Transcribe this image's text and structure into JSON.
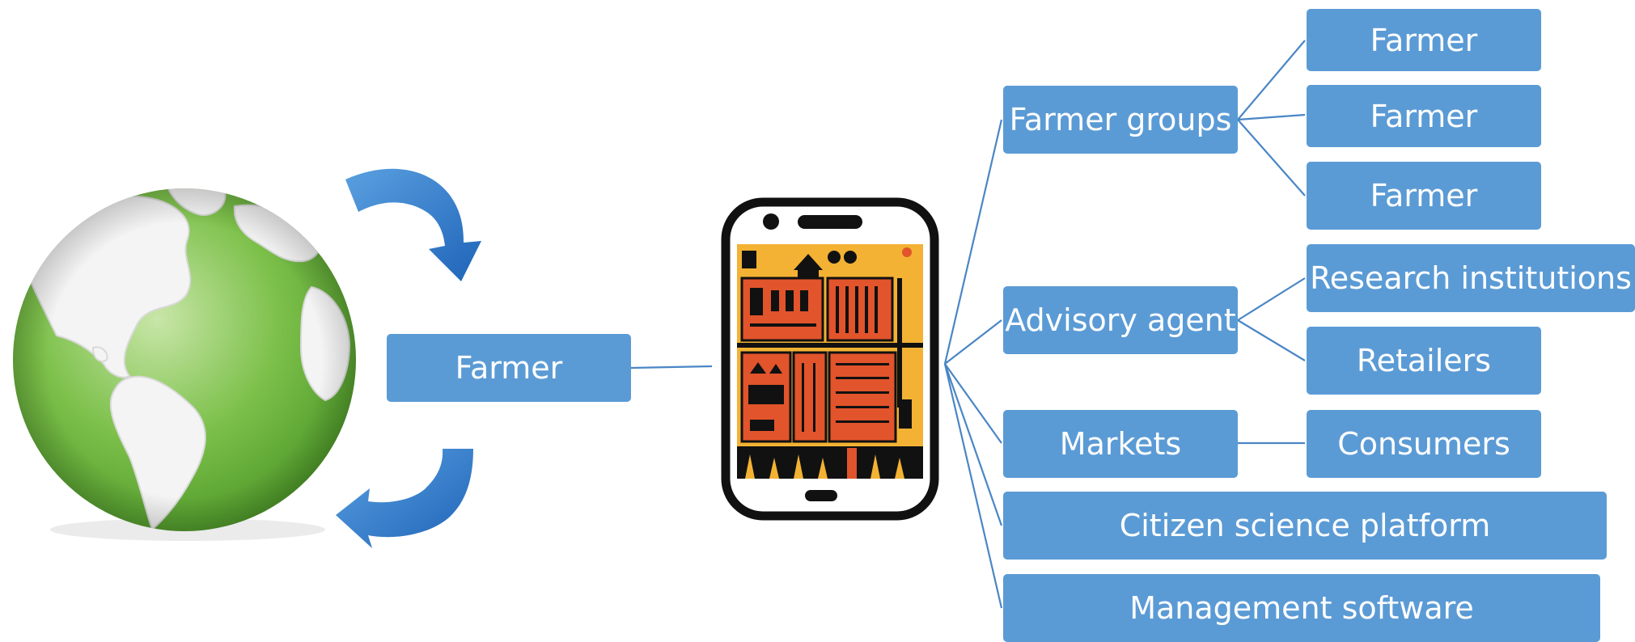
{
  "nodes": {
    "farmer_main": "Farmer",
    "farmer_groups": "Farmer groups",
    "farmer_1": "Farmer",
    "farmer_2": "Farmer",
    "farmer_3": "Farmer",
    "advisory_agent": "Advisory agent",
    "research_institutions": "Research institutions",
    "retailers": "Retailers",
    "markets": "Markets",
    "consumers": "Consumers",
    "citizen_science_platform": "Citizen science platform",
    "management_software": "Management software"
  },
  "colors": {
    "node_fill": "#5b9bd5",
    "connector": "#4a86c5",
    "globe_green": "#7cc04a",
    "arrow_blue": "#2f78c8",
    "phone_screen": "#f3b233",
    "field_red": "#e2542b"
  },
  "icons": [
    "globe-icon",
    "cycle-arrow-icon",
    "smartphone-farm-icon"
  ]
}
